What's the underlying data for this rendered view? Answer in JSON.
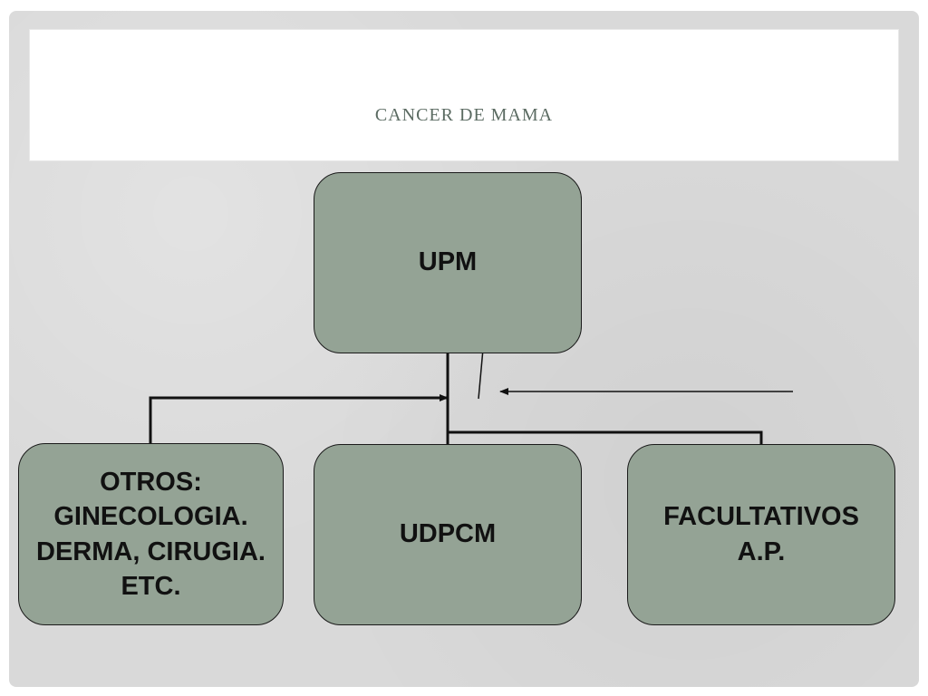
{
  "slide": {
    "title": "CANCER DE MAMA"
  },
  "nodes": {
    "upm": {
      "label": "UPM"
    },
    "otros": {
      "label": "OTROS:\nGINECOLOGIA.\nDERMA, CIRUGIA.\nETC."
    },
    "udpcm": {
      "label": "UDPCM"
    },
    "facultativos": {
      "label": "FACULTATIVOS\nA.P."
    }
  },
  "colors": {
    "node_fill": "#94a395",
    "background": "#d9d9d9",
    "title_color": "#5b6b62"
  }
}
